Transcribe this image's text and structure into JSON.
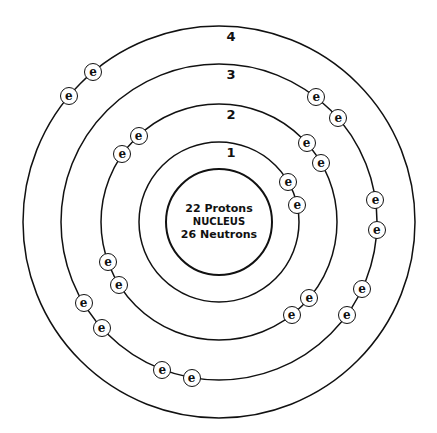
{
  "diagram": {
    "nodes": [
      {
        "text": [
          "22 Protons",
          "NUCLEUS",
          "26 Neutrons"
        ]
      },
      {
        "text": [
          "e"
        ]
      },
      {
        "text": [
          "e"
        ]
      },
      {
        "text": [
          "e"
        ]
      },
      {
        "text": [
          "e"
        ]
      },
      {
        "text": [
          "e"
        ]
      },
      {
        "text": [
          "e"
        ]
      },
      {
        "text": [
          "e"
        ]
      },
      {
        "text": [
          "e"
        ]
      },
      {
        "text": [
          "e"
        ]
      },
      {
        "text": [
          "e"
        ]
      },
      {
        "text": [
          "e"
        ]
      },
      {
        "text": [
          "e"
        ]
      },
      {
        "text": [
          "e"
        ]
      },
      {
        "text": [
          "e"
        ]
      },
      {
        "text": [
          "e"
        ]
      },
      {
        "text": [
          "e"
        ]
      },
      {
        "text": [
          "e"
        ]
      },
      {
        "text": [
          "e"
        ]
      },
      {
        "text": [
          "e"
        ]
      },
      {
        "text": [
          "e"
        ]
      },
      {
        "text": [
          "e"
        ]
      },
      {
        "text": [
          "e"
        ]
      }
    ],
    "labels": [
      "1",
      "2",
      "3",
      "4"
    ]
  }
}
